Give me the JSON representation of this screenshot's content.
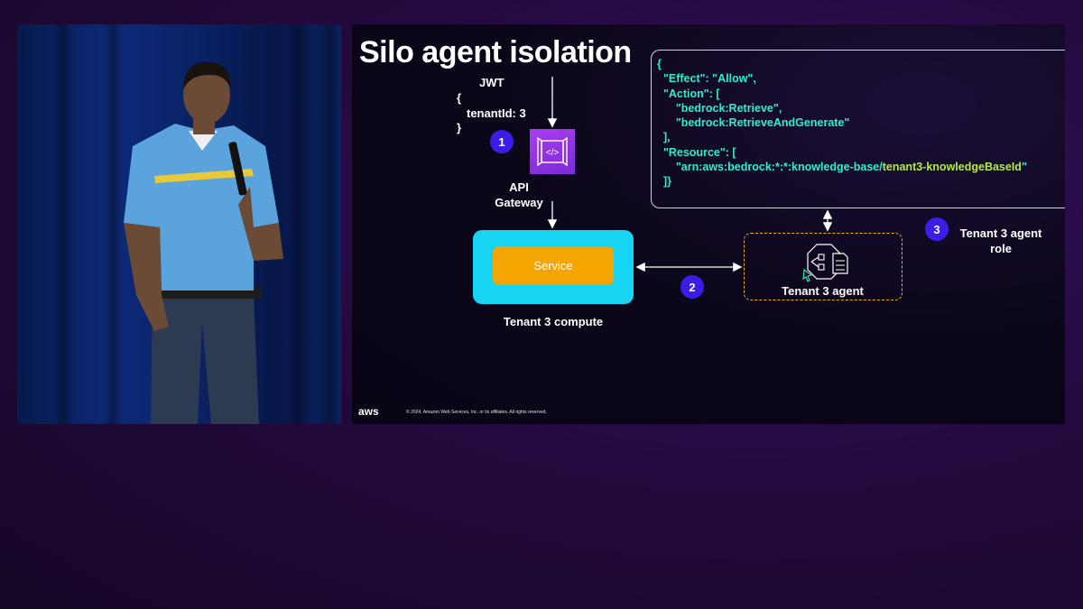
{
  "slide": {
    "title": "Silo agent isolation",
    "jwt": {
      "line1": "JWT",
      "line2": "{",
      "line3": "tenantId: 3",
      "line4": "}"
    },
    "steps": [
      "1",
      "2",
      "3"
    ],
    "api_gateway_label_line1": "API",
    "api_gateway_label_line2": "Gateway",
    "service_label": "Service",
    "compute_label": "Tenant 3 compute",
    "agent_label": "Tenant 3 agent",
    "agent_role_label_line1": "Tenant 3 agent",
    "agent_role_label_line2": "role",
    "policy_lines": [
      "{",
      "  \"Effect\": \"Allow\",",
      "  \"Action\": [",
      "      \"bedrock:Retrieve\",",
      "      \"bedrock:RetrieveAndGenerate\"",
      "  ],",
      "  \"Resource\": [",
      "      \"arn:aws:bedrock:*:*:knowledge-base/",
      "  ]}"
    ],
    "policy_resource_highlight": "tenant3-knowledgeBaseId",
    "policy_resource_tail": "\"",
    "footer_logo": "aws",
    "copyright": "© 2024, Amazon Web Services, Inc. or its affiliates. All rights reserved."
  },
  "colors": {
    "badge": "#3b1de8",
    "compute": "#16d4f2",
    "service": "#f5a500",
    "agent_border": "#e8b817",
    "code": "#2ef0c8",
    "code_highlight": "#b2e84c",
    "gateway_icon": "#a93df0"
  },
  "icons": [
    "api-gateway-icon",
    "agent-icon"
  ]
}
